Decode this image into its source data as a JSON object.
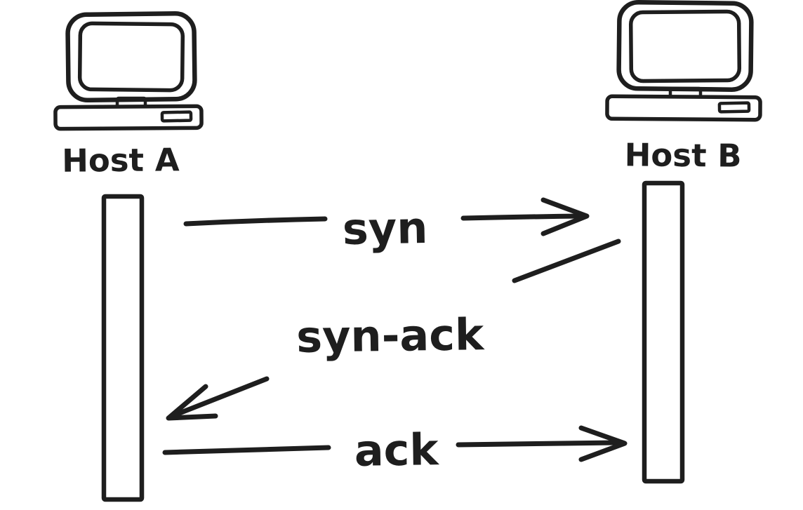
{
  "colors": {
    "background": "#ffffff",
    "ink": "#1e1e1e"
  },
  "hosts": [
    {
      "label": "Host A",
      "icon": "desktop-computer-icon"
    },
    {
      "label": "Host B",
      "icon": "desktop-computer-icon"
    }
  ],
  "messages": [
    {
      "label": "syn",
      "from": "Host A",
      "to": "Host B",
      "direction": "right"
    },
    {
      "label": "syn-ack",
      "from": "Host B",
      "to": "Host A",
      "direction": "left"
    },
    {
      "label": "ack",
      "from": "Host A",
      "to": "Host B",
      "direction": "right"
    }
  ]
}
